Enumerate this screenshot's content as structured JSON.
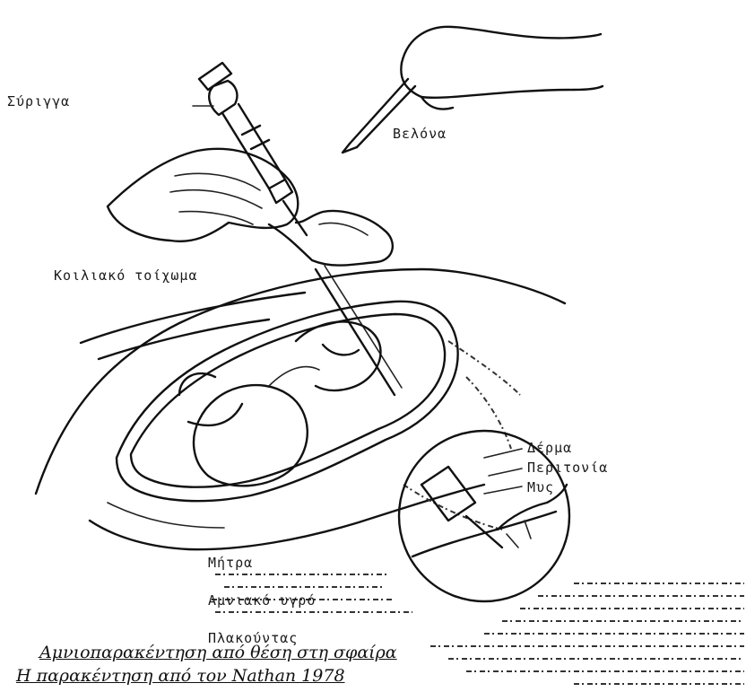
{
  "labels": {
    "syringe": "Σύριγγα",
    "needle": "Βελόνα",
    "abdominal_wall": "Κοιλιακό τοίχωμα",
    "skin": "Δέρμα",
    "fascia": "Περιτονία",
    "muscle": "Μυς",
    "uterus": "Μήτρα",
    "amniotic_fluid": "Αμνιακό υγρό",
    "placenta": "Πλακούντας"
  },
  "caption": {
    "line1": "Αμνιοπαρακέντηση από θέση στη σφαίρα",
    "line2": "Η παρακέντηση από τον Nathan 1978"
  }
}
